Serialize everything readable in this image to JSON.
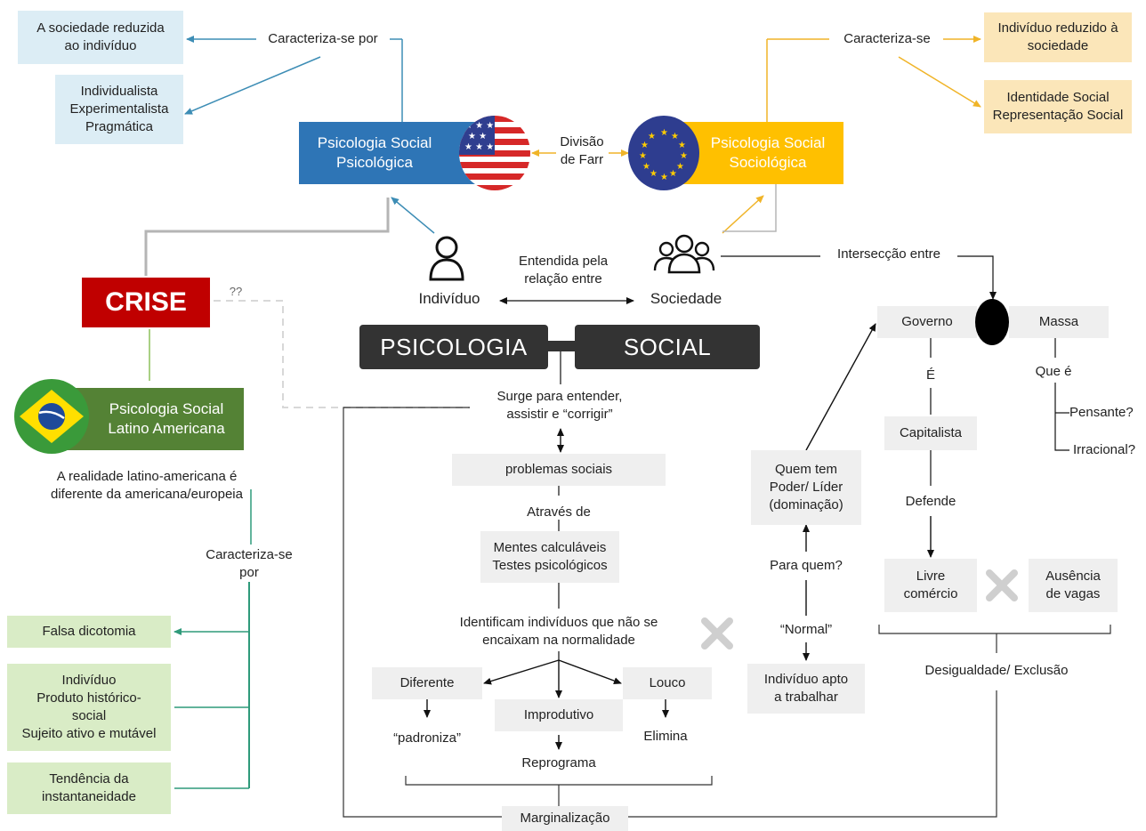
{
  "top_left": {
    "caracteriza_label": "Caracteriza-se por",
    "box1": "A sociedade reduzida\nao indivíduo",
    "box2": "Individualista\nExperimentalista\nPragmática"
  },
  "top_right": {
    "caracteriza_label": "Caracteriza-se",
    "box1": "Indivíduo reduzido à\nsociedade",
    "box2": "Identidade Social\nRepresentação Social"
  },
  "psico_psicologica": "Psicologia Social\nPsicológica",
  "psico_sociologica": "Psicologia Social\nSociológica",
  "divisao": "Divisão\nde Farr",
  "crise": "CRISE",
  "question_marks": "??",
  "individuo": "Indivíduo",
  "sociedade": "Sociedade",
  "entendida": "Entendida pela\nrelação entre",
  "interseccao": "Intersecção  entre",
  "psicologia_word": "PSICOLOGIA",
  "social_word": "SOCIAL",
  "latino": {
    "title": "Psicologia Social\nLatino Americana",
    "realidade": "A realidade latino-americana é\ndiferente da americana/europeia",
    "caracteriza_label": "Caracteriza-se\npor",
    "items": [
      "Falsa dicotomia",
      "Indivíduo\nProduto histórico-\nsocial\nSujeito ativo e mutável",
      "Tendência da\ninstantaneidade"
    ]
  },
  "center": {
    "surge": "Surge para entender,\nassistir e “corrigir”",
    "problemas": "problemas sociais",
    "atraves": "Através de",
    "mentes": "Mentes calculáveis\nTestes psicológicos",
    "identificam": "Identificam indivíduos que não se\nencaixam na normalidade",
    "diferente": "Diferente",
    "improdutivo": "Improdutivo",
    "louco": "Louco",
    "padroniza": "“padroniza”",
    "reprograma": "Reprograma",
    "elimina": "Elimina",
    "marginalizacao": "Marginalização"
  },
  "right_chain": {
    "quem_tem": "Quem tem\nPoder/ Líder\n(dominação)",
    "para_quem": "Para quem?",
    "normal": "“Normal”",
    "apto": "Indivíduo apto\na trabalhar"
  },
  "governo_side": {
    "governo": "Governo",
    "massa": "Massa",
    "e": "É",
    "capitalista": "Capitalista",
    "defende": "Defende",
    "livre": "Livre\ncomércio",
    "ausencia": "Ausência\nde vagas",
    "desigualdade": "Desigualdade/ Exclusão",
    "que_e": "Que é",
    "pensante": "Pensante?",
    "irracional": "Irracional?"
  },
  "colors": {
    "blue_dark": "#2e75b6",
    "blue_light": "#dcedf5",
    "amber_dark": "#ffc000",
    "amber_light": "#fbe6b9",
    "green_dark": "#548235",
    "green_light": "#d9ecc6",
    "crise_red": "#c00000",
    "dark_bar": "#333333",
    "grey_box": "#efefef"
  }
}
